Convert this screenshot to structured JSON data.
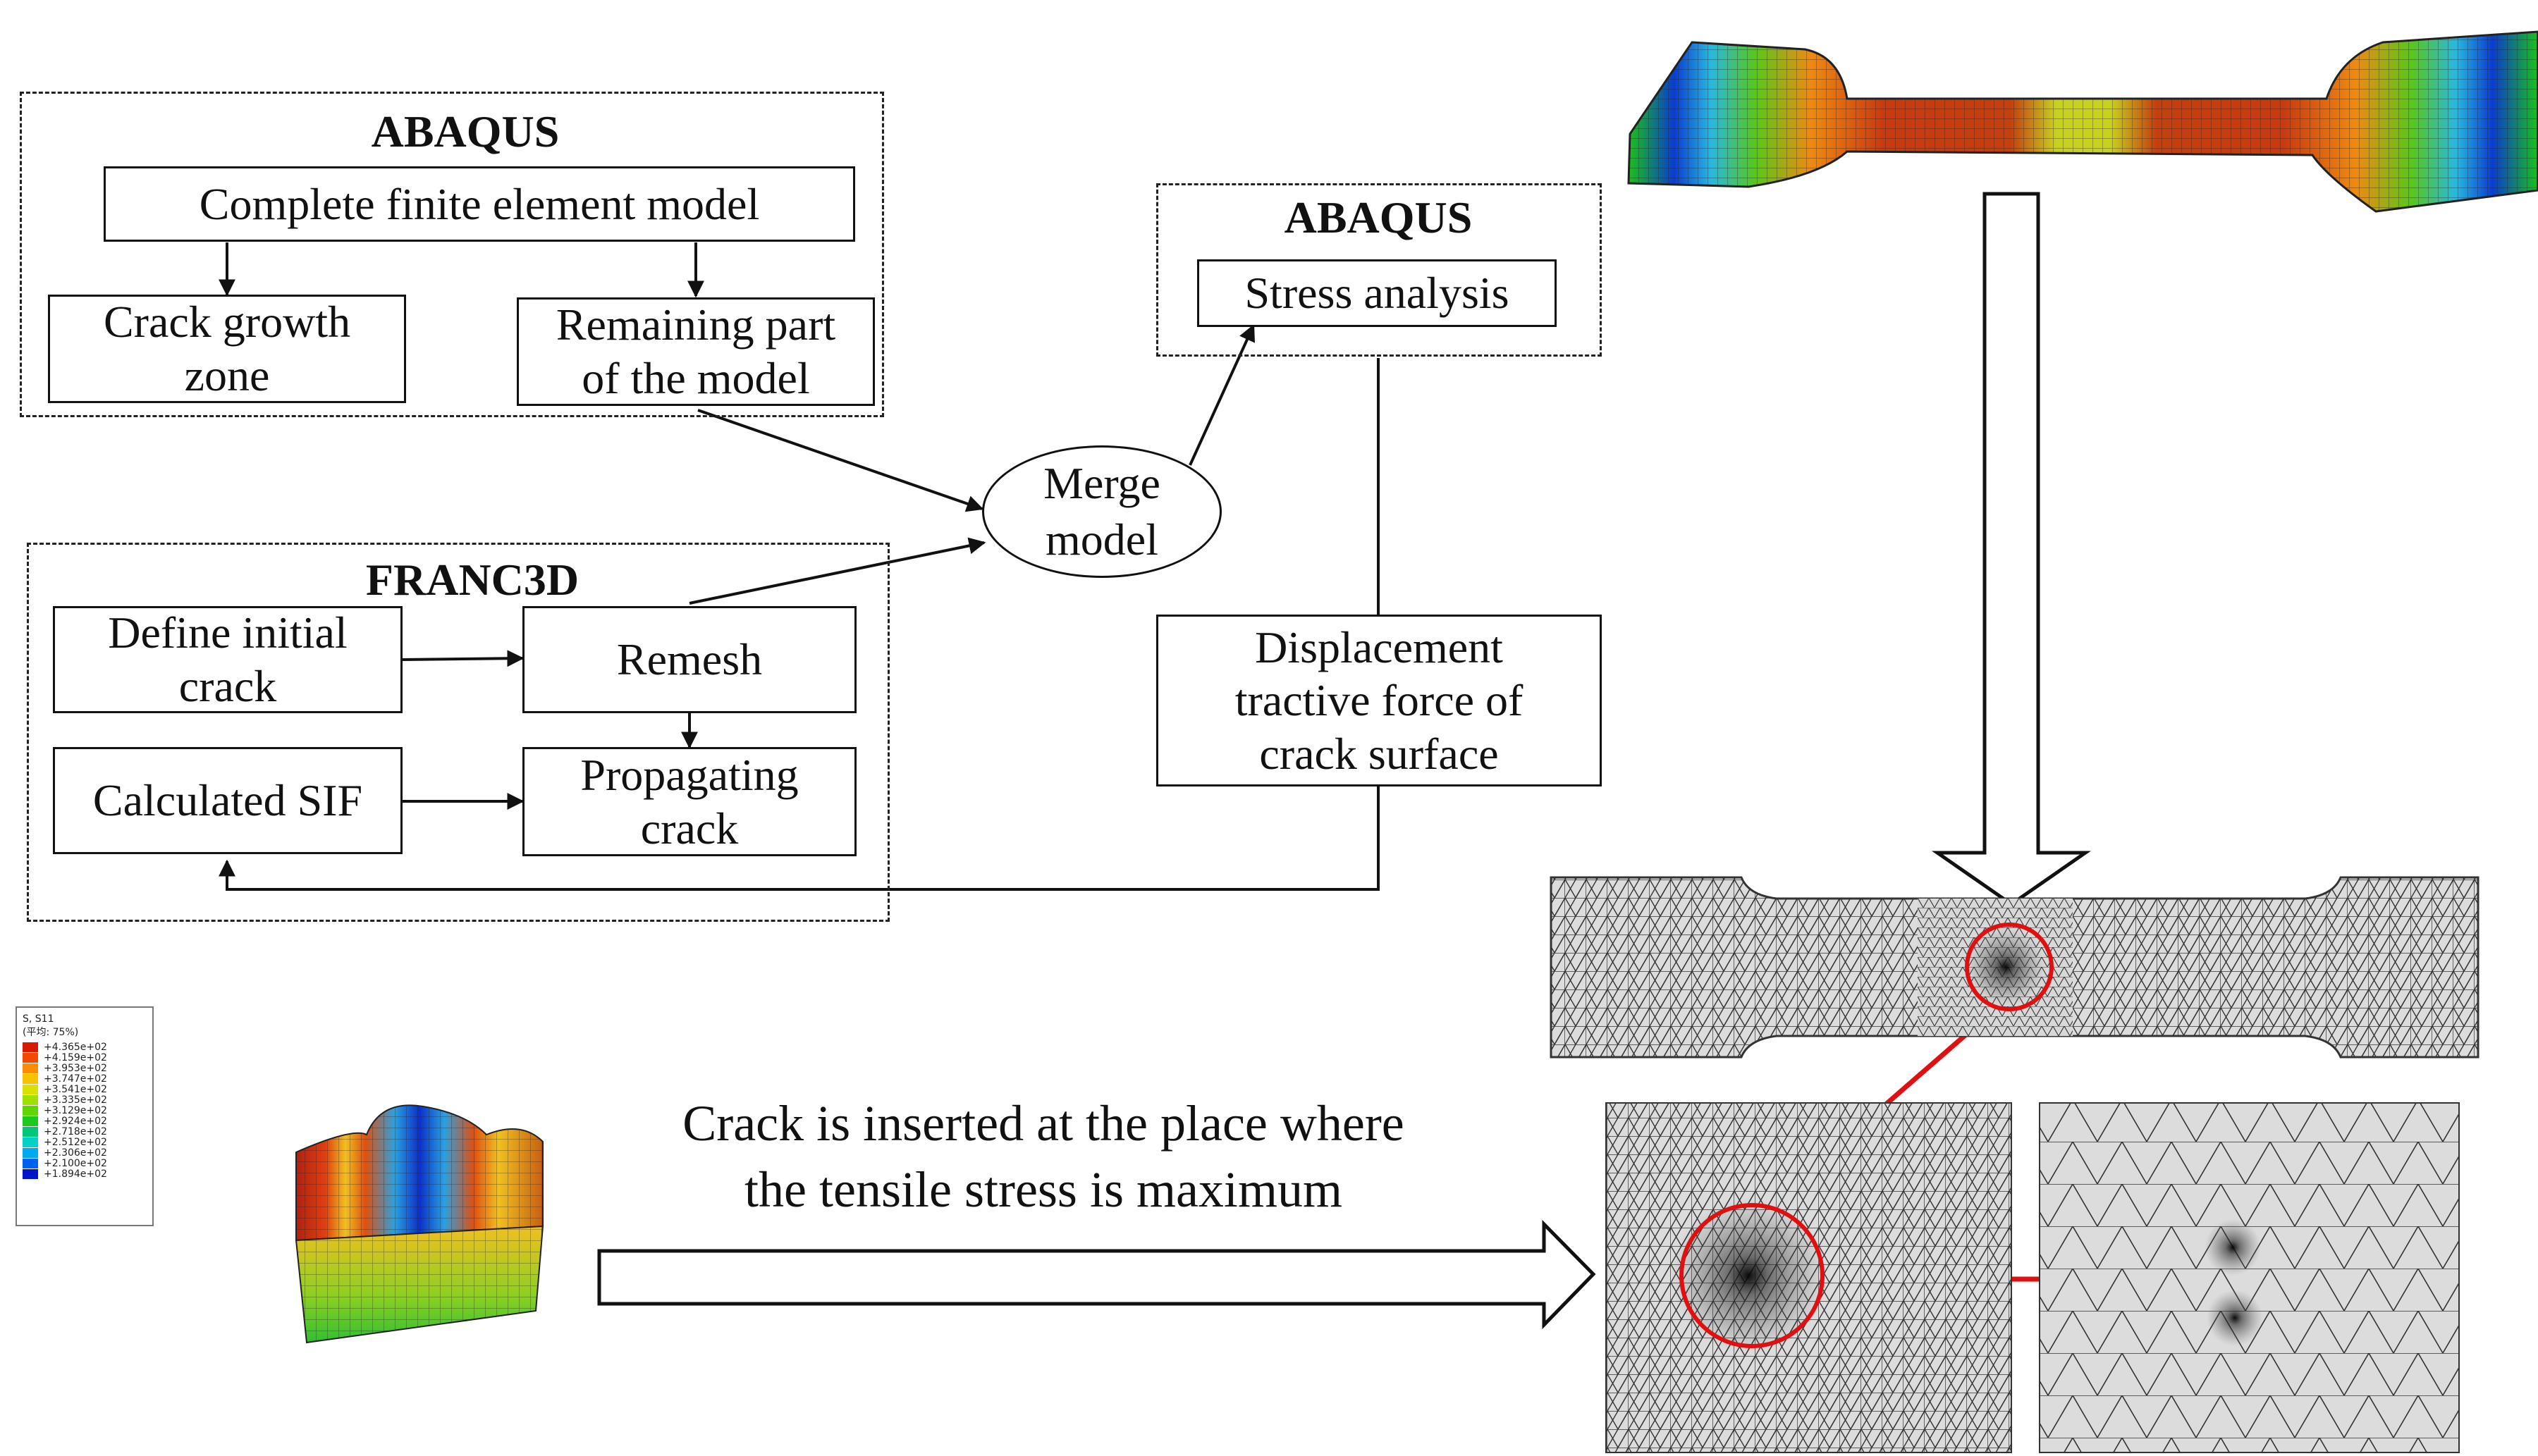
{
  "abaqus_group_1": {
    "title": "ABAQUS",
    "complete_model": "Complete finite element model",
    "crack_growth_zone": [
      "Crack growth",
      "zone"
    ],
    "remaining_part": [
      "Remaining part",
      "of the model"
    ]
  },
  "franc3d_group": {
    "title": "FRANC3D",
    "define_initial_crack": [
      "Define initial",
      "crack"
    ],
    "remesh": "Remesh",
    "calculated_sif": "Calculated SIF",
    "propagating_crack": [
      "Propagating",
      "crack"
    ]
  },
  "merge_model": [
    "Merge",
    "model"
  ],
  "abaqus_group_2": {
    "title": "ABAQUS",
    "stress_analysis": "Stress analysis"
  },
  "displacement_box": [
    "Displacement",
    "tractive force of",
    "crack surface"
  ],
  "caption": [
    "Crack is inserted at the place where",
    "the tensile stress is maximum"
  ],
  "legend": {
    "title": "S, S11",
    "subtitle": "(平均: 75%)",
    "values": [
      "+4.365e+02",
      "+4.159e+02",
      "+3.953e+02",
      "+3.747e+02",
      "+3.541e+02",
      "+3.335e+02",
      "+3.129e+02",
      "+2.924e+02",
      "+2.718e+02",
      "+2.512e+02",
      "+2.306e+02",
      "+2.100e+02",
      "+1.894e+02"
    ],
    "colors": [
      "#d71a00",
      "#f04b00",
      "#ff8c00",
      "#f5c300",
      "#dbe000",
      "#9ee000",
      "#5ed600",
      "#1ec81e",
      "#00c878",
      "#00d2c8",
      "#00aaf0",
      "#0060f0",
      "#0014c8"
    ]
  },
  "colors": {
    "stroke": "#111111",
    "red": "#e01010"
  }
}
